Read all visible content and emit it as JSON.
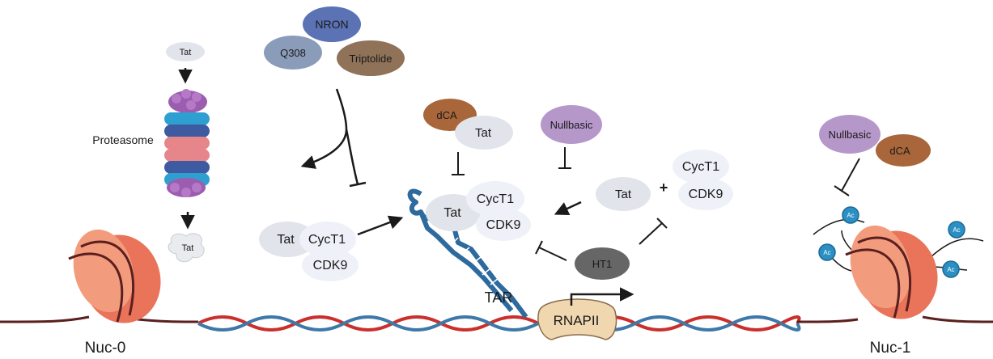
{
  "labels": {
    "tat_degrade_top": "Tat",
    "proteasome": "Proteasome",
    "tat_degraded": "Tat",
    "nuc0": "Nuc-0",
    "nuc1": "Nuc-1",
    "nron": "NRON",
    "q308": "Q308",
    "triptolide": "Triptolide",
    "complex_left_tat": "Tat",
    "complex_left_cyct1": "CycT1",
    "complex_left_cdk9": "CDK9",
    "dca_center": "dCA",
    "tat_dca": "Tat",
    "nullbasic_center": "Nullbasic",
    "tar_tat": "Tat",
    "tar_cyct1": "CycT1",
    "tar_cdk9": "CDK9",
    "free_tat": "Tat",
    "plus": "+",
    "free_cyct1": "CycT1",
    "free_cdk9": "CDK9",
    "ht1": "HT1",
    "tar": "TAR",
    "rnapii": "RNAPII",
    "nullbasic_right": "Nullbasic",
    "dca_right": "dCA",
    "ac1": "Ac",
    "ac2": "Ac",
    "ac3": "Ac",
    "ac4": "Ac"
  },
  "colors": {
    "nron": "#5b72b5",
    "q308": "#8a9cba",
    "triptolide": "#8f7258",
    "dca": "#a8663a",
    "nullbasic": "#b697c9",
    "ht1": "#666666",
    "tat": "#e1e4ea",
    "cyct1": "#eef1f8",
    "cdk9": "#eef1f8",
    "nucleosome": "#ee8c68",
    "dna_red": "#c9302c",
    "dna_blue": "#3d78a8",
    "rnapii": "#f0d7b0",
    "acetyl": "#2b8fc4",
    "tar_rna": "#2d6a9e",
    "proteasome_purple": "#9b5db0",
    "proteasome_blue": "#2e9fd0",
    "proteasome_navy": "#3e5aa0",
    "proteasome_pink": "#e7868a"
  }
}
